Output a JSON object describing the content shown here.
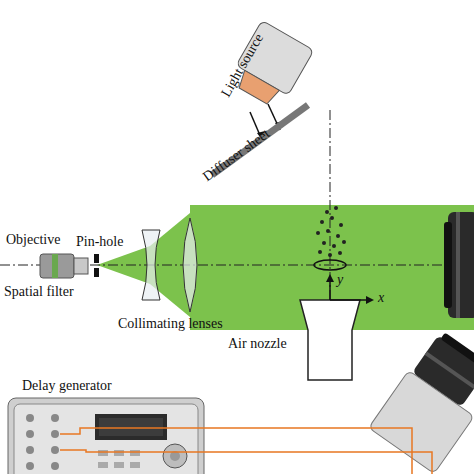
{
  "diagram": {
    "labels": [
      "Light source",
      "Diffuser sheet",
      "Objective",
      "Pin-hole",
      "Spatial filter",
      "Collimating lenses",
      "y",
      "x",
      "Air nozzle",
      "Delay generator"
    ]
  }
}
